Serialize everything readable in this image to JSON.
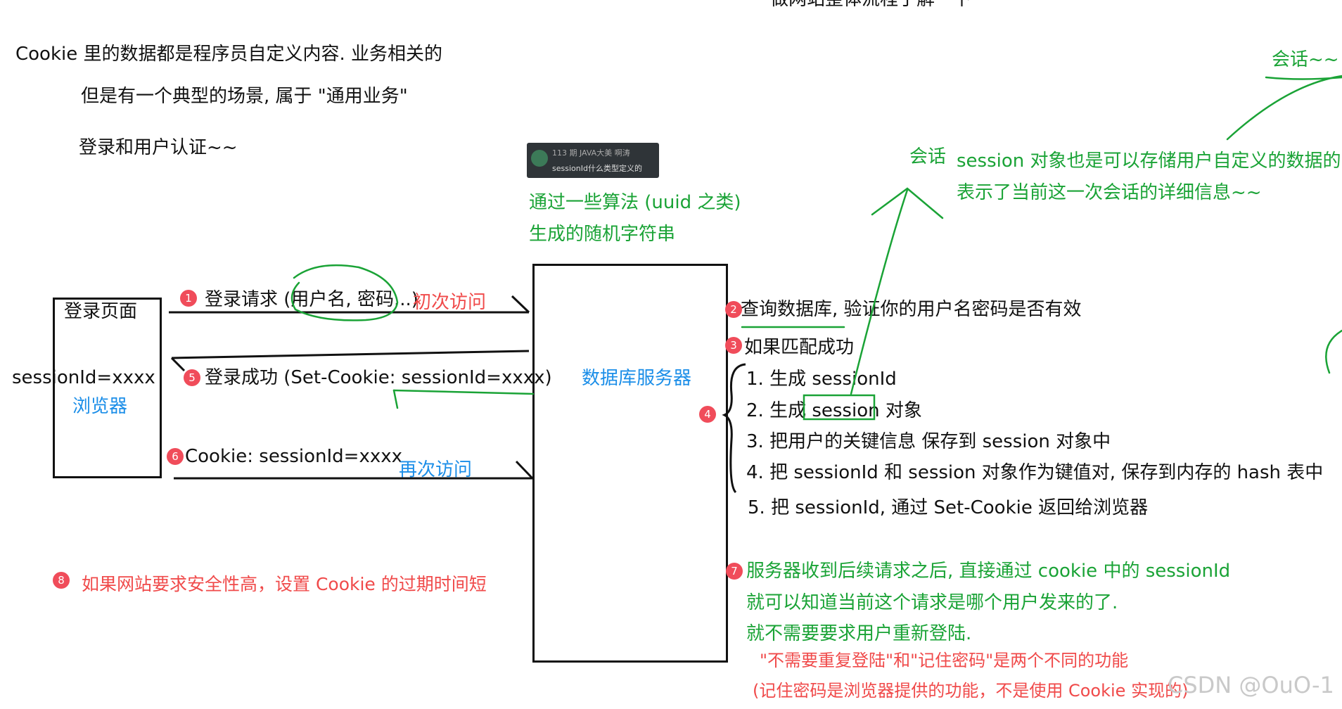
{
  "top_cut": "做网站整体流程了解一下",
  "intro": {
    "line1": "Cookie 里的数据都是程序员自定义内容.    业务相关的",
    "line2": "但是有一个典型的场景, 属于 \"通用业务\"",
    "line3": "登录和用户认证~~"
  },
  "tooltip": {
    "line1": "113 期 JAVA大美 啊涛",
    "line2": "sessionId什么类型定义的"
  },
  "uuid_note": {
    "line1": "通过一些算法 (uuid 之类)",
    "line2": "生成的随机字符串"
  },
  "session_note": {
    "label": "会话",
    "line1": "session 对象也是可以存储用户自定义的数据的",
    "line2": "表示了当前这一次会话的详细信息~~",
    "corner": "会话~~"
  },
  "browser": {
    "title": "登录页面",
    "cookie": "sessionId=xxxx",
    "label": "浏览器"
  },
  "server": {
    "label": "数据库服务器"
  },
  "arrows": {
    "a1": {
      "num": "1",
      "text": "登录请求 (用户名, 密码...)",
      "note": "初次访问"
    },
    "a5": {
      "num": "5",
      "text": "登录成功 (Set-Cookie: sessionId=xxxx)"
    },
    "a6": {
      "num": "6",
      "text": "Cookie: sessionId=xxxx",
      "note": "再次访问"
    }
  },
  "steps": {
    "s2": {
      "num": "2",
      "text": "查询数据库, 验证你的用户名密码是否有效"
    },
    "s3": {
      "num": "3",
      "text": "如果匹配成功"
    },
    "s4num": "4",
    "items": [
      "1. 生成 sessionId",
      "2. 生成 session 对象",
      "3. 把用户的关键信息 保存到 session 对象中",
      "4. 把 sessionId 和 session 对象作为键值对, 保存到内存的 hash 表中",
      "5. 把 sessionId, 通过 Set-Cookie 返回给浏览器"
    ]
  },
  "note7": {
    "num": "7",
    "line1": "服务器收到后续请求之后, 直接通过 cookie 中的 sessionId",
    "line2": "就可以知道当前这个请求是哪个用户发来的了.",
    "line3": "就不需要要求用户重新登陆."
  },
  "note_red": {
    "line1": "\"不需要重复登陆\"和\"记住密码\"是两个不同的功能",
    "line2": "(记住密码是浏览器提供的功能，不是使用 Cookie 实现的)"
  },
  "note8": {
    "num": "8",
    "text": "如果网站要求安全性高，设置 Cookie 的过期时间短"
  },
  "watermark": "CSDN @OuO-1",
  "colors": {
    "green": "#1aa336",
    "red": "#f04a4a",
    "blue": "#1b8ee8",
    "badge": "#f04c5a"
  }
}
